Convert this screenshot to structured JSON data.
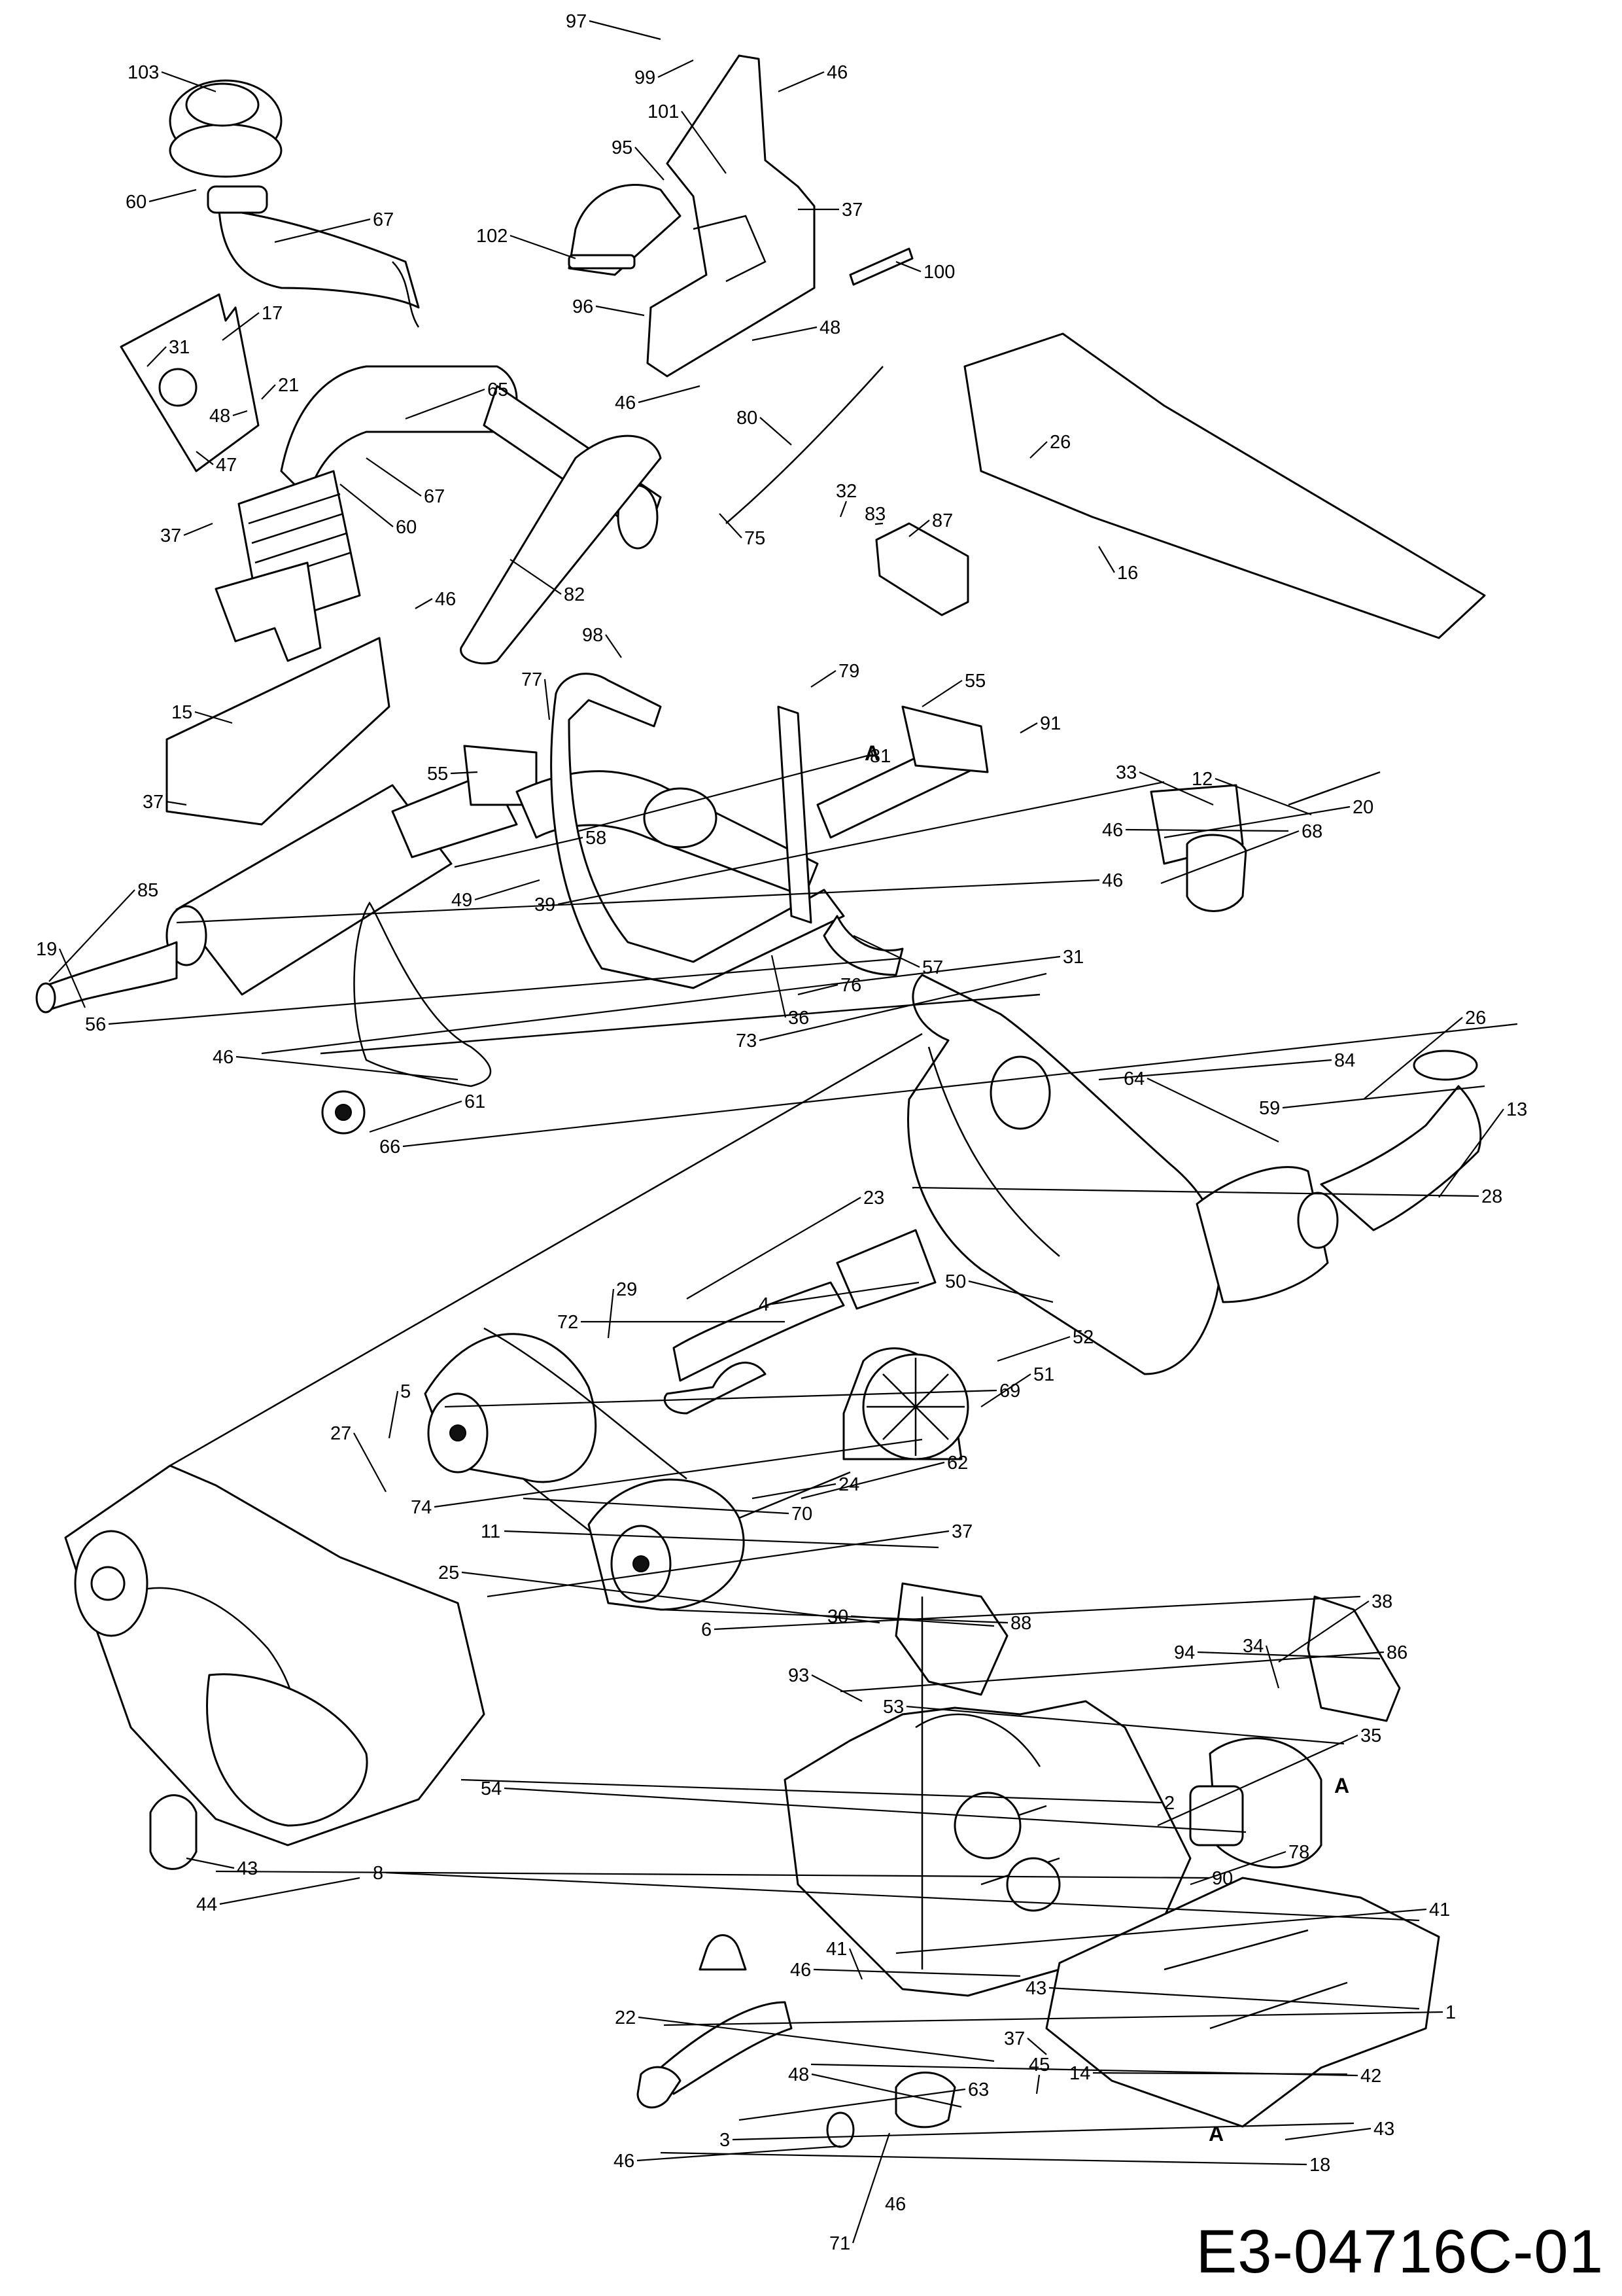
{
  "document_code": "E3-04716C-01",
  "reference_letters": [
    "A",
    "A",
    "A"
  ],
  "callouts": [
    {
      "label": "97"
    },
    {
      "label": "99"
    },
    {
      "label": "46"
    },
    {
      "label": "101"
    },
    {
      "label": "95"
    },
    {
      "label": "37"
    },
    {
      "label": "102"
    },
    {
      "label": "100"
    },
    {
      "label": "96"
    },
    {
      "label": "48"
    },
    {
      "label": "46"
    },
    {
      "label": "103"
    },
    {
      "label": "60"
    },
    {
      "label": "67"
    },
    {
      "label": "17"
    },
    {
      "label": "31"
    },
    {
      "label": "21"
    },
    {
      "label": "48"
    },
    {
      "label": "65"
    },
    {
      "label": "47"
    },
    {
      "label": "67"
    },
    {
      "label": "60"
    },
    {
      "label": "37"
    },
    {
      "label": "46"
    },
    {
      "label": "82"
    },
    {
      "label": "80"
    },
    {
      "label": "75"
    },
    {
      "label": "32"
    },
    {
      "label": "83"
    },
    {
      "label": "87"
    },
    {
      "label": "26"
    },
    {
      "label": "16"
    },
    {
      "label": "98"
    },
    {
      "label": "77"
    },
    {
      "label": "79"
    },
    {
      "label": "55"
    },
    {
      "label": "91"
    },
    {
      "label": "15"
    },
    {
      "label": "37"
    },
    {
      "label": "55"
    },
    {
      "label": "81"
    },
    {
      "label": "58"
    },
    {
      "label": "49"
    },
    {
      "label": "39"
    },
    {
      "label": "33"
    },
    {
      "label": "12"
    },
    {
      "label": "20"
    },
    {
      "label": "46"
    },
    {
      "label": "68"
    },
    {
      "label": "46"
    },
    {
      "label": "85"
    },
    {
      "label": "19"
    },
    {
      "label": "56"
    },
    {
      "label": "57"
    },
    {
      "label": "76"
    },
    {
      "label": "36"
    },
    {
      "label": "73"
    },
    {
      "label": "31"
    },
    {
      "label": "46"
    },
    {
      "label": "61"
    },
    {
      "label": "66"
    },
    {
      "label": "26"
    },
    {
      "label": "84"
    },
    {
      "label": "64"
    },
    {
      "label": "59"
    },
    {
      "label": "13"
    },
    {
      "label": "28"
    },
    {
      "label": "23"
    },
    {
      "label": "29"
    },
    {
      "label": "72"
    },
    {
      "label": "4"
    },
    {
      "label": "50"
    },
    {
      "label": "52"
    },
    {
      "label": "51"
    },
    {
      "label": "69"
    },
    {
      "label": "5"
    },
    {
      "label": "27"
    },
    {
      "label": "74"
    },
    {
      "label": "62"
    },
    {
      "label": "24"
    },
    {
      "label": "70"
    },
    {
      "label": "11"
    },
    {
      "label": "37"
    },
    {
      "label": "25"
    },
    {
      "label": "30"
    },
    {
      "label": "88"
    },
    {
      "label": "6"
    },
    {
      "label": "38"
    },
    {
      "label": "34"
    },
    {
      "label": "94"
    },
    {
      "label": "86"
    },
    {
      "label": "93"
    },
    {
      "label": "53"
    },
    {
      "label": "35"
    },
    {
      "label": "2"
    },
    {
      "label": "54"
    },
    {
      "label": "78"
    },
    {
      "label": "90"
    },
    {
      "label": "43"
    },
    {
      "label": "44"
    },
    {
      "label": "8"
    },
    {
      "label": "41"
    },
    {
      "label": "41"
    },
    {
      "label": "46"
    },
    {
      "label": "43"
    },
    {
      "label": "1"
    },
    {
      "label": "22"
    },
    {
      "label": "37"
    },
    {
      "label": "45"
    },
    {
      "label": "14"
    },
    {
      "label": "42"
    },
    {
      "label": "48"
    },
    {
      "label": "63"
    },
    {
      "label": "3"
    },
    {
      "label": "43"
    },
    {
      "label": "18"
    },
    {
      "label": "46"
    },
    {
      "label": "71"
    },
    {
      "label": "46"
    }
  ]
}
